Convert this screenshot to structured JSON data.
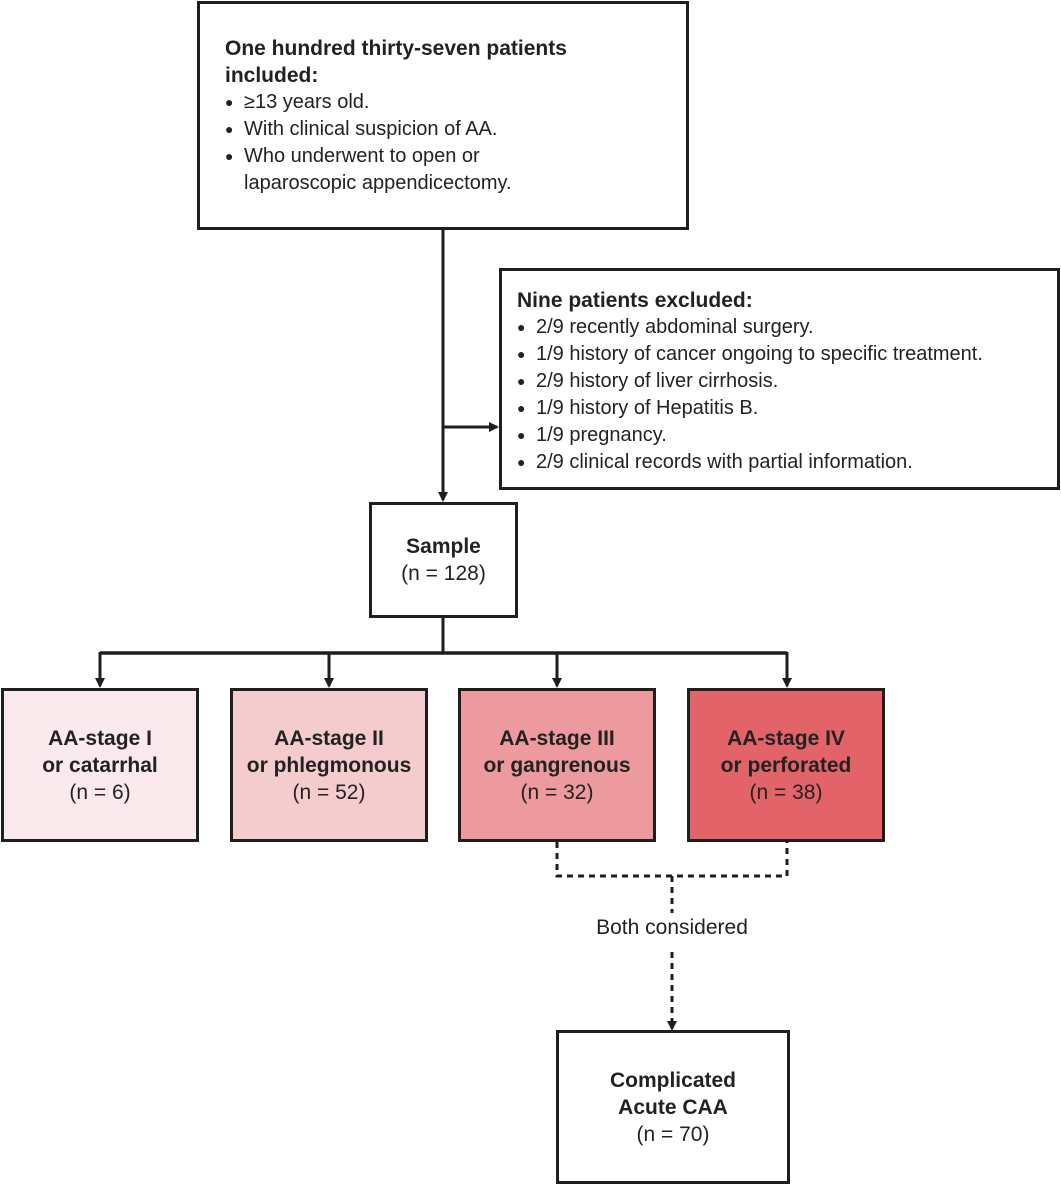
{
  "inclusion": {
    "title": "One hundred thirty-seven patients included:",
    "items": [
      "≥13 years old.",
      "With clinical suspicion of AA.",
      "Who underwent to open or laparoscopic appendicectomy."
    ]
  },
  "exclusion": {
    "title": "Nine patients excluded:",
    "items": [
      "2/9 recently abdominal surgery.",
      "1/9 history of cancer ongoing to specific treatment.",
      "2/9 history of liver cirrhosis.",
      "1/9 history of Hepatitis B.",
      "1/9 pregnancy.",
      "2/9 clinical records with partial information."
    ]
  },
  "sample": {
    "title": "Sample",
    "n": "(n = 128)"
  },
  "stages": [
    {
      "line1": "AA-stage I",
      "line2": "or catarrhal",
      "n": "(n = 6)",
      "color": "#fbeaed"
    },
    {
      "line1": "AA-stage II",
      "line2": "or phlegmonous",
      "n": "(n = 52)",
      "color": "#f4cccd"
    },
    {
      "line1": "AA-stage III",
      "line2": "or gangrenous",
      "n": "(n = 32)",
      "color": "#ec9a9d"
    },
    {
      "line1": "AA-stage IV",
      "line2": "or perforated",
      "n": "(n = 38)",
      "color": "#e26468"
    }
  ],
  "both_label": "Both considered",
  "complicated": {
    "line1": "Complicated",
    "line2": "Acute CAA",
    "n": "(n = 70)"
  }
}
